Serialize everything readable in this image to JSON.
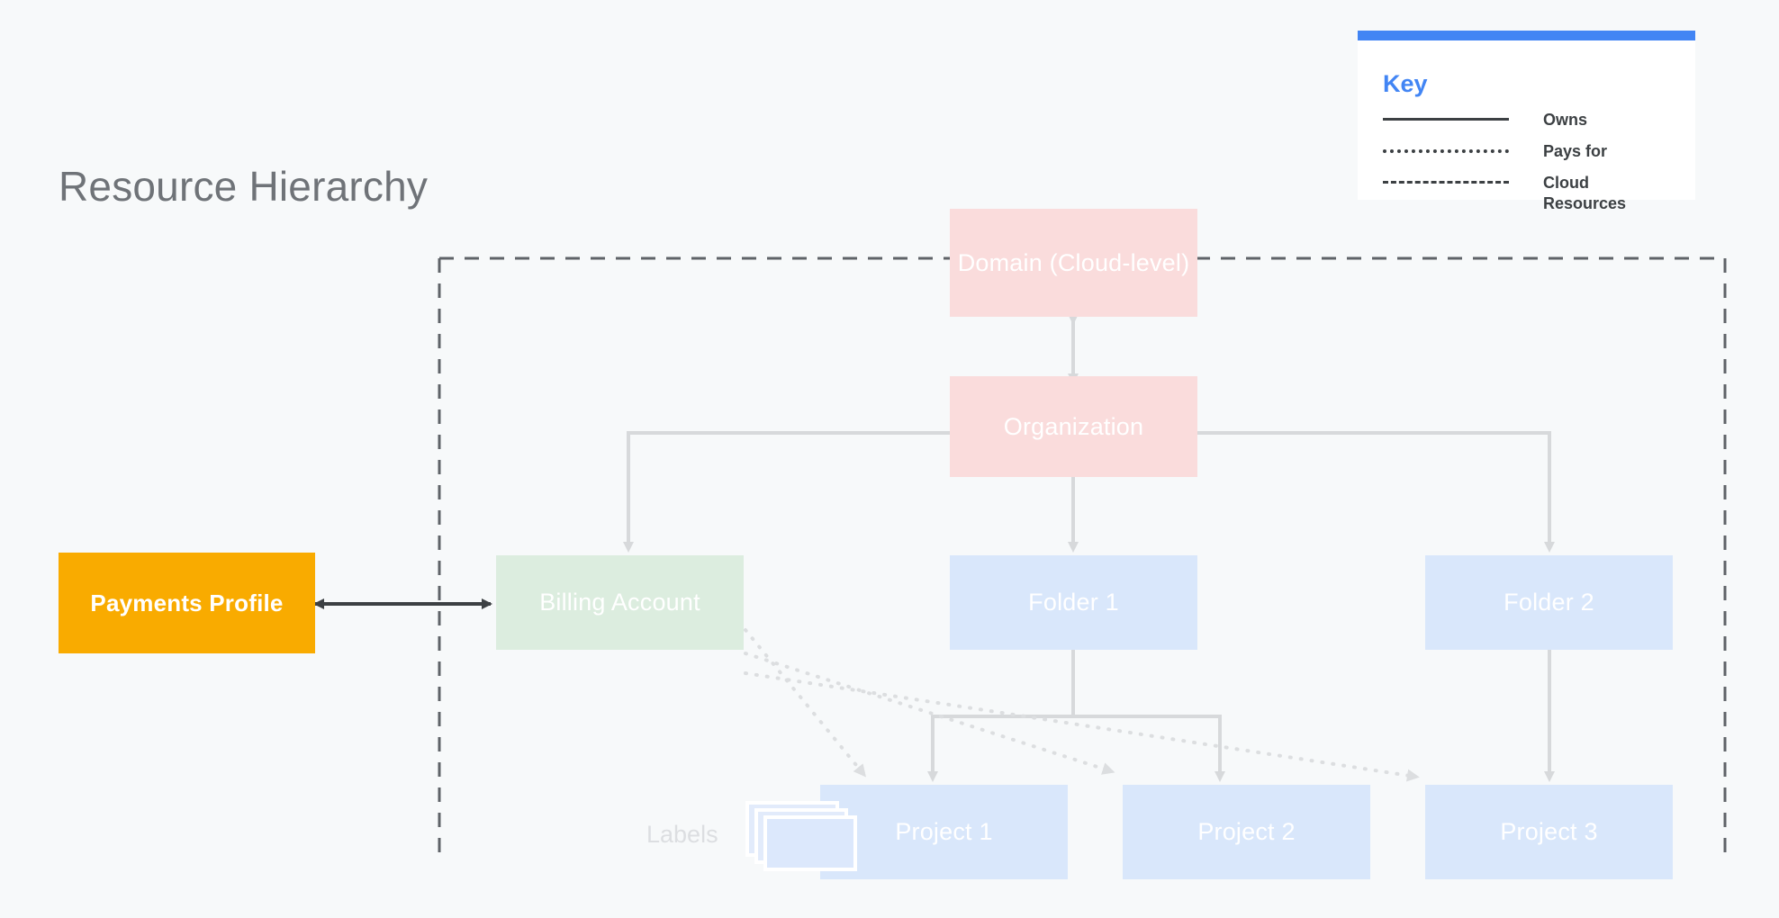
{
  "page": {
    "title": "Resource Hierarchy",
    "background_color": "#F7F9FA"
  },
  "key": {
    "heading": "Key",
    "accent_color": "#4285F4",
    "rows": [
      {
        "style": "solid",
        "label": "Owns"
      },
      {
        "style": "dotted",
        "label": "Pays for"
      },
      {
        "style": "dashed",
        "label": "Cloud Resources"
      }
    ]
  },
  "nodes": {
    "domain": {
      "label": "Domain (Cloud-level)",
      "color": "#FADCDC"
    },
    "organization": {
      "label": "Organization",
      "color": "#FADCDC"
    },
    "billing_account": {
      "label": "Billing Account",
      "color": "#DCEDDF"
    },
    "payments_profile": {
      "label": "Payments Profile",
      "color": "#F9AB00"
    },
    "folder_1": {
      "label": "Folder 1",
      "color": "#D9E7FB"
    },
    "folder_2": {
      "label": "Folder 2",
      "color": "#D9E7FB"
    },
    "project_1": {
      "label": "Project 1",
      "color": "#D9E7FB"
    },
    "project_2": {
      "label": "Project 2",
      "color": "#D9E7FB"
    },
    "project_3": {
      "label": "Project 3",
      "color": "#D9E7FB"
    },
    "labels": {
      "label": "Labels"
    }
  },
  "cloud_boundary": {
    "style": "dashed",
    "color": "#5F6368"
  },
  "edges": {
    "owns_color": "#D7D9DB",
    "pays_for_color": "#DEDFE1",
    "bidirectional_color": "#3C4043"
  }
}
